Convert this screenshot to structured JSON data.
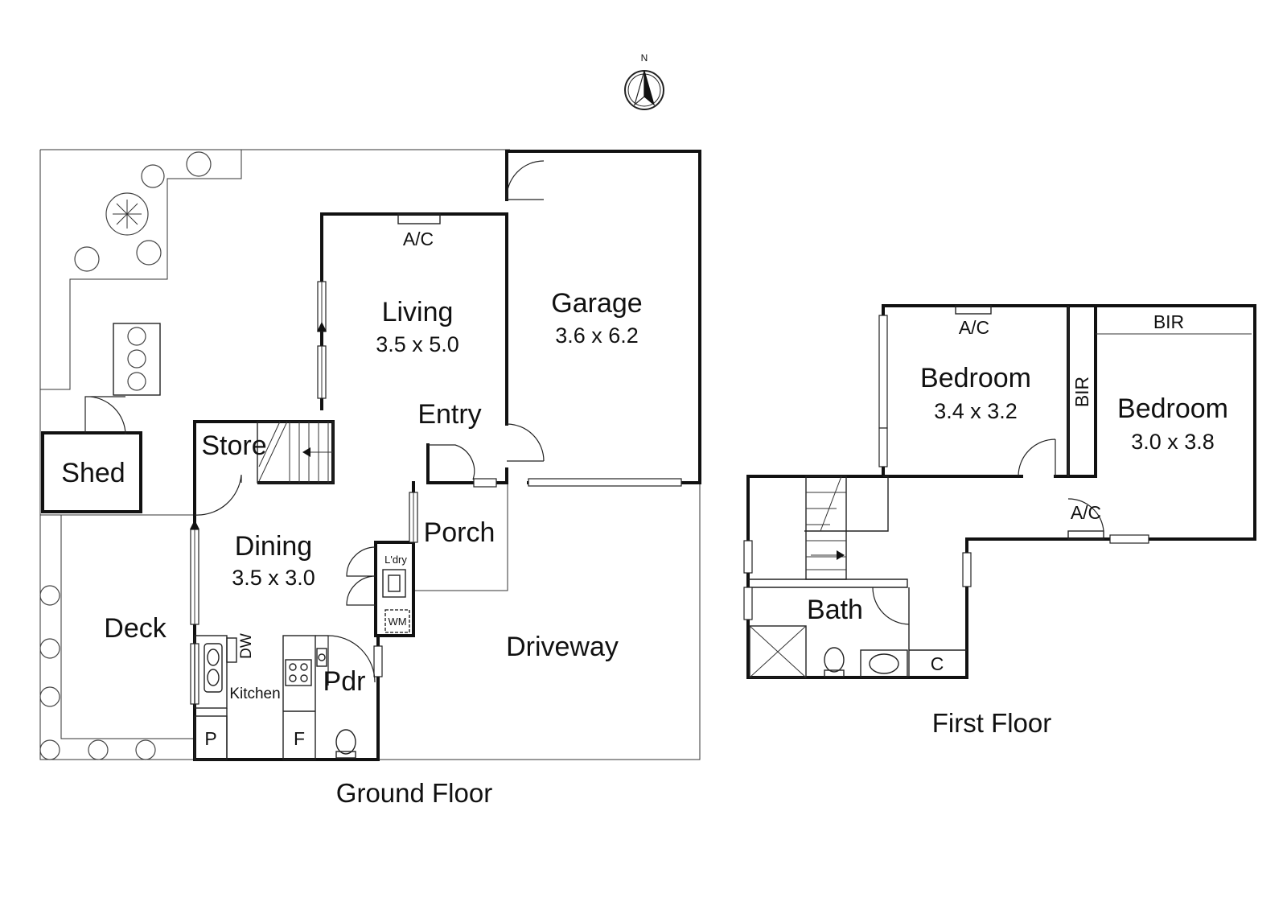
{
  "compass": {
    "label": "N"
  },
  "ground_floor": {
    "caption": "Ground Floor",
    "rooms": {
      "living": {
        "name": "Living",
        "dims": "3.5 x 5.0"
      },
      "garage": {
        "name": "Garage",
        "dims": "3.6 x 6.2"
      },
      "dining": {
        "name": "Dining",
        "dims": "3.5 x 3.0"
      },
      "entry": "Entry",
      "store": "Store",
      "shed": "Shed",
      "porch": "Porch",
      "deck": "Deck",
      "driveway": "Driveway",
      "kitchen": "Kitchen",
      "powder": "Pdr",
      "laundry": "L'dry"
    },
    "fixtures": {
      "ac": "A/C",
      "dishwasher": "DW",
      "pantry": "P",
      "fridge": "F",
      "washing_machine": "WM"
    }
  },
  "first_floor": {
    "caption": "First Floor",
    "rooms": {
      "bedroom1": {
        "name": "Bedroom",
        "dims": "3.4 x 3.2"
      },
      "bedroom2": {
        "name": "Bedroom",
        "dims": "3.0 x 3.8"
      },
      "bath": "Bath",
      "cupboard": "C"
    },
    "fixtures": {
      "ac1": "A/C",
      "ac2": "A/C",
      "bir1": "BIR",
      "bir2": "BIR"
    }
  }
}
